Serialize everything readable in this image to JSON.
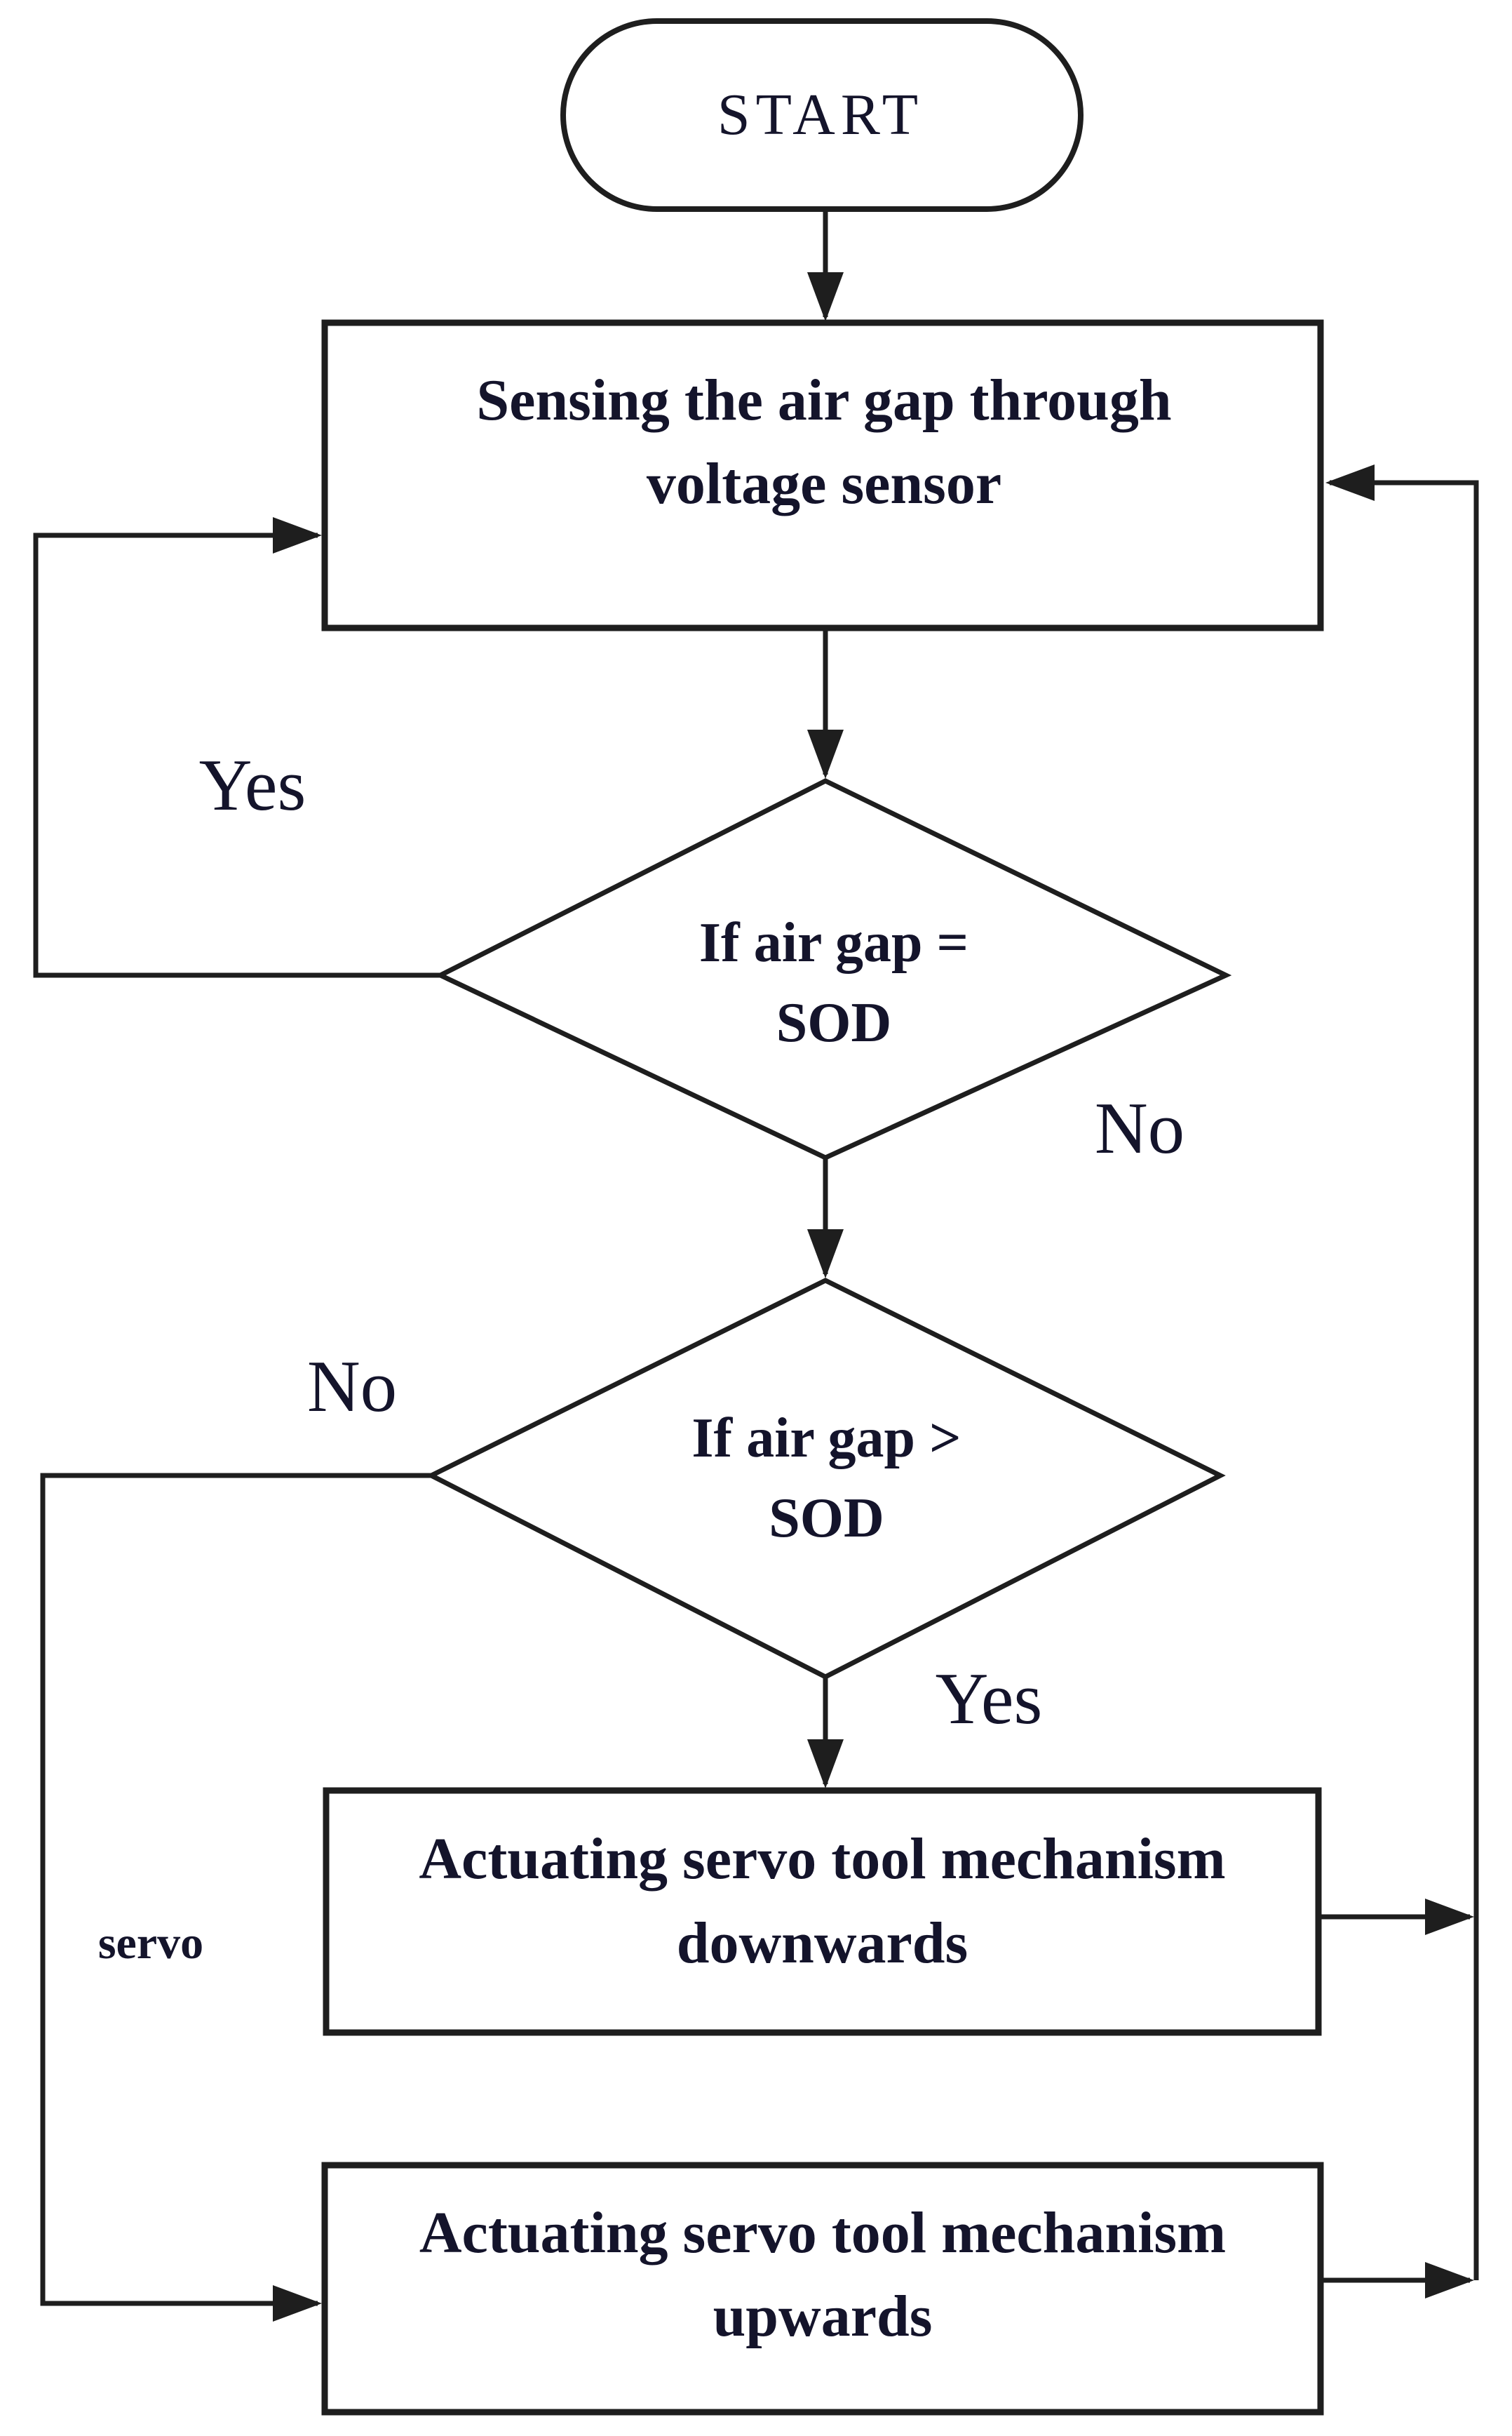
{
  "flowchart": {
    "start": "START",
    "sense": {
      "line1": "Sensing the air gap through",
      "line2": "voltage sensor"
    },
    "decision1": {
      "line1": "If air gap =",
      "line2": "SOD"
    },
    "decision2": {
      "line1": "If air gap >",
      "line2": "SOD"
    },
    "actuate_down": {
      "line1": "Actuating servo tool mechanism",
      "line2": "downwards"
    },
    "actuate_up": {
      "line1": "Actuating servo tool mechanism",
      "line2": "upwards"
    },
    "labels": {
      "yes_left": "Yes",
      "no_right": "No",
      "no_left": "No",
      "yes_below": "Yes",
      "servo": "servo"
    }
  },
  "colors": {
    "ink": "#1e1e1e",
    "text": "#14142b",
    "background": "#ffffff"
  }
}
